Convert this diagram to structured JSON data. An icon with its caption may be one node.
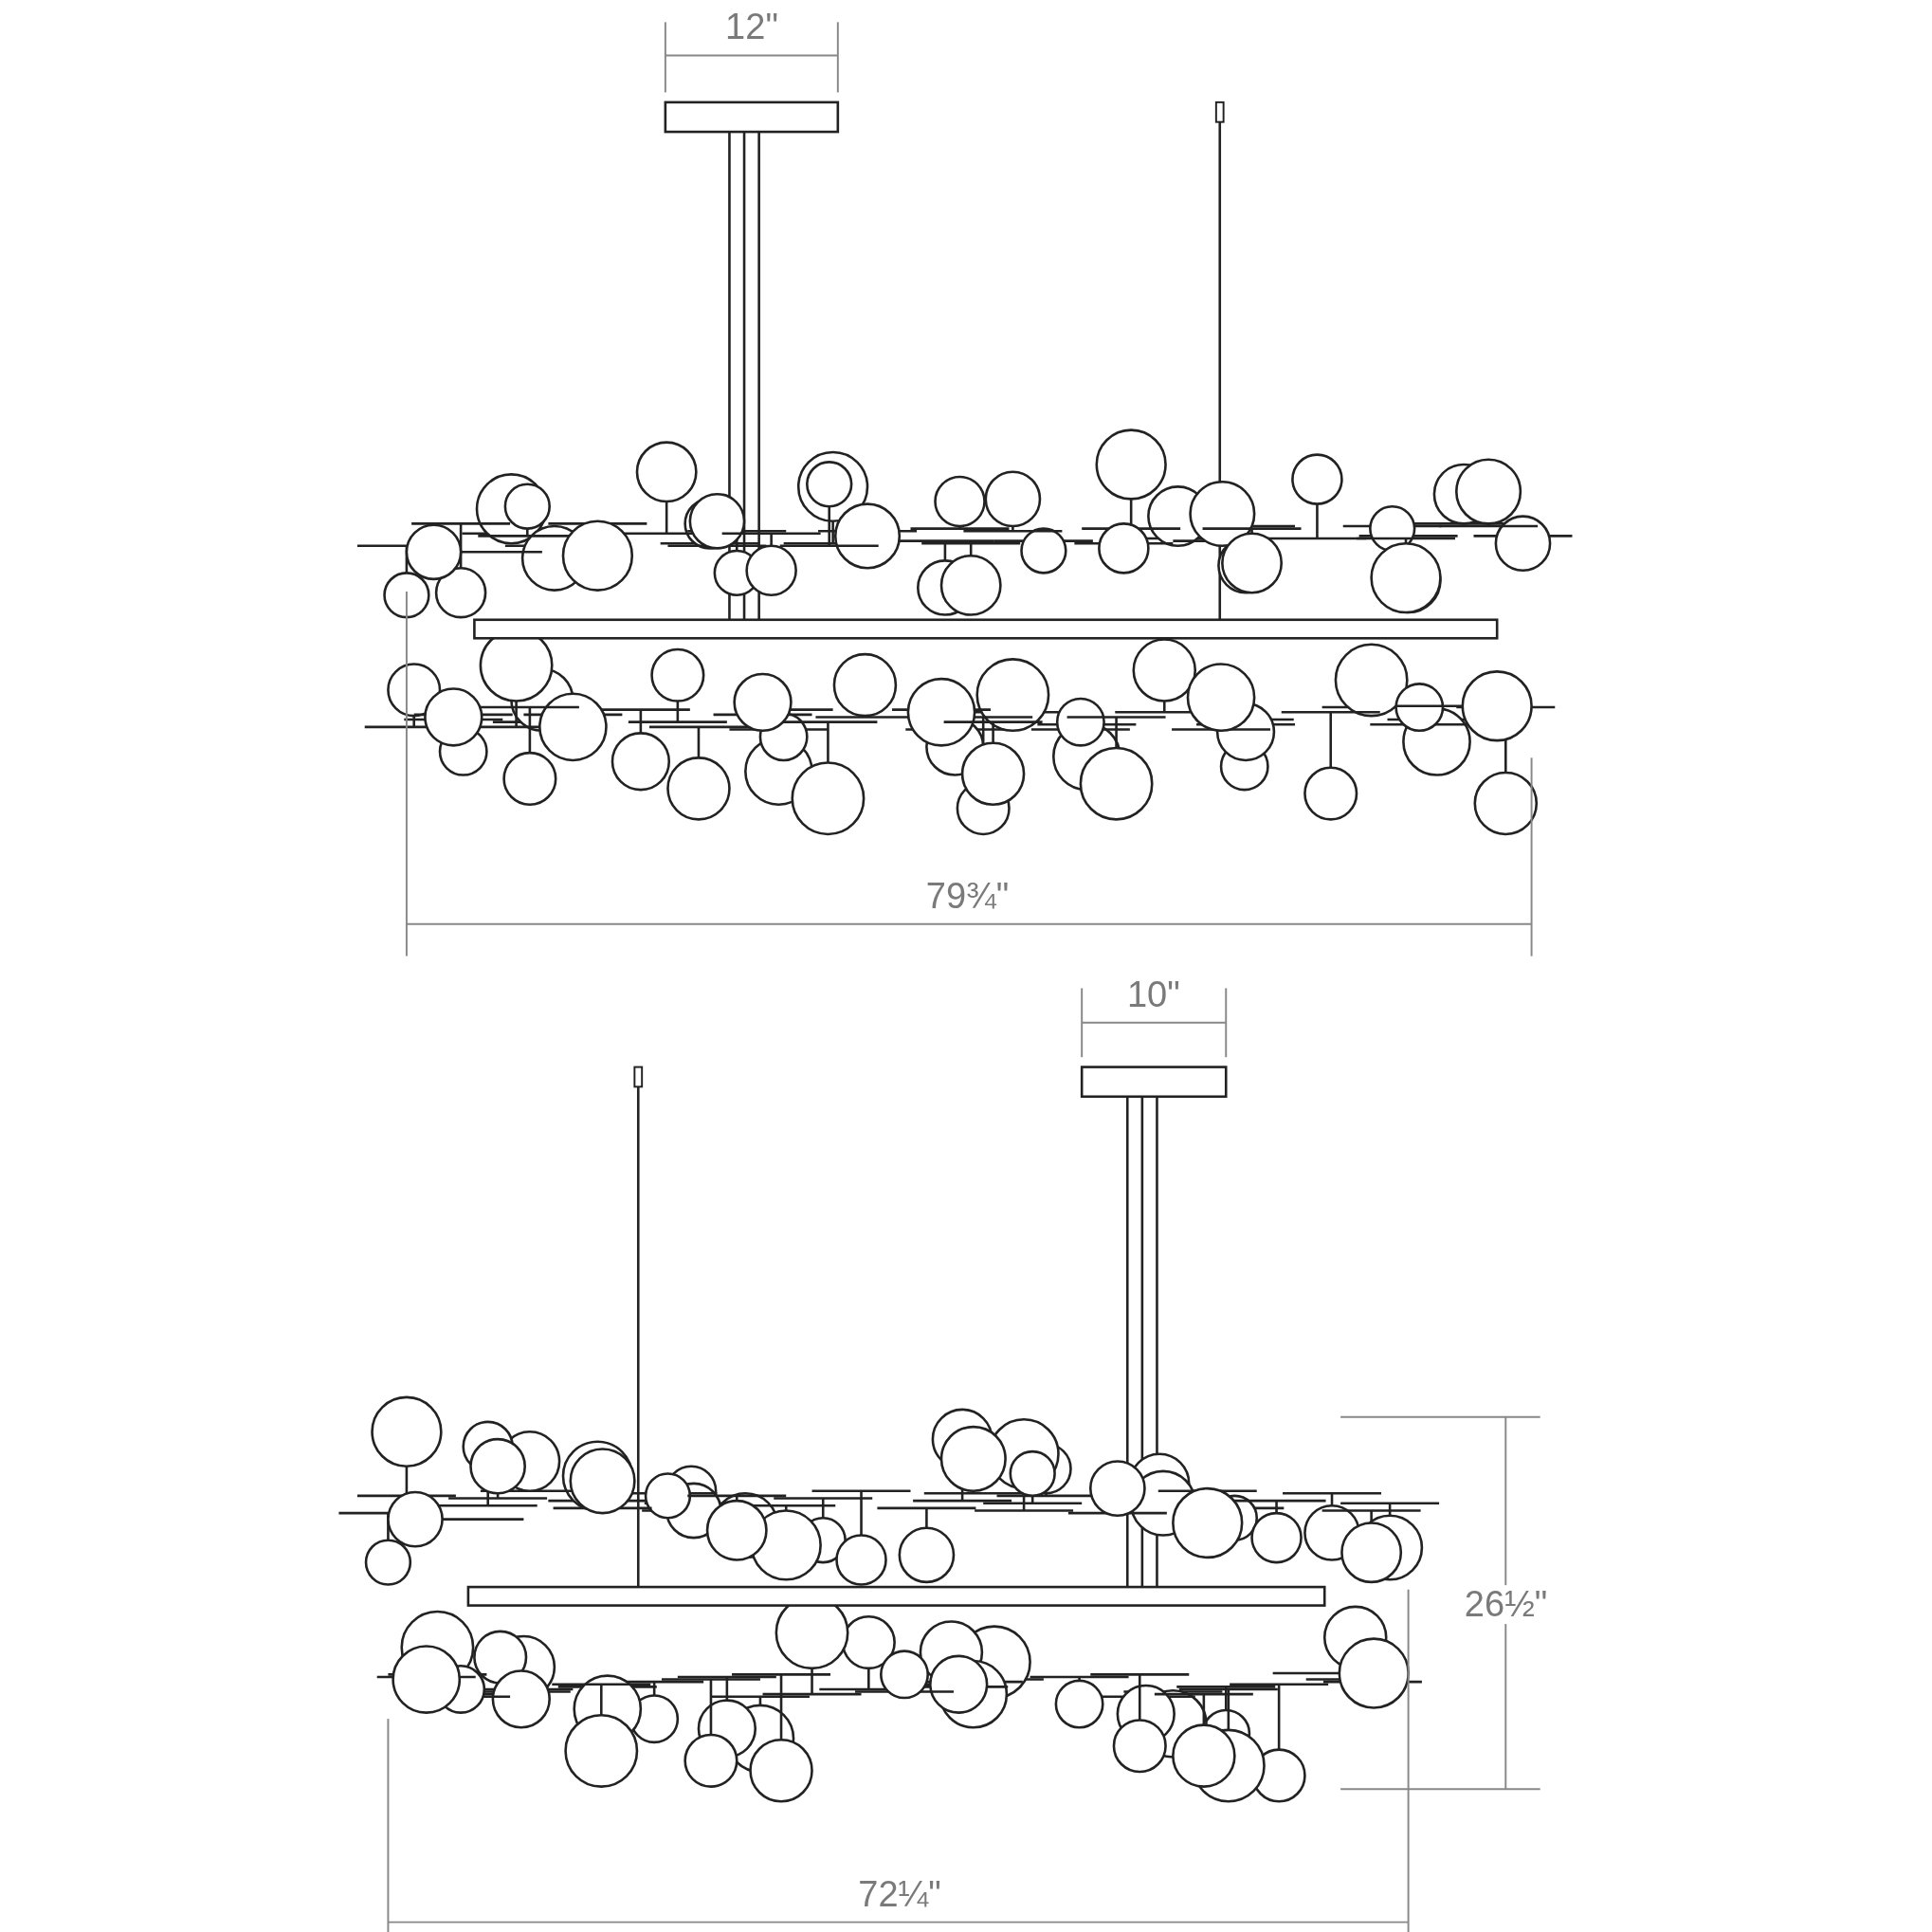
{
  "diagram": {
    "labels": [
      "12\"",
      "79¾\"",
      "10\"",
      "26½\"",
      "72¼\""
    ]
  }
}
